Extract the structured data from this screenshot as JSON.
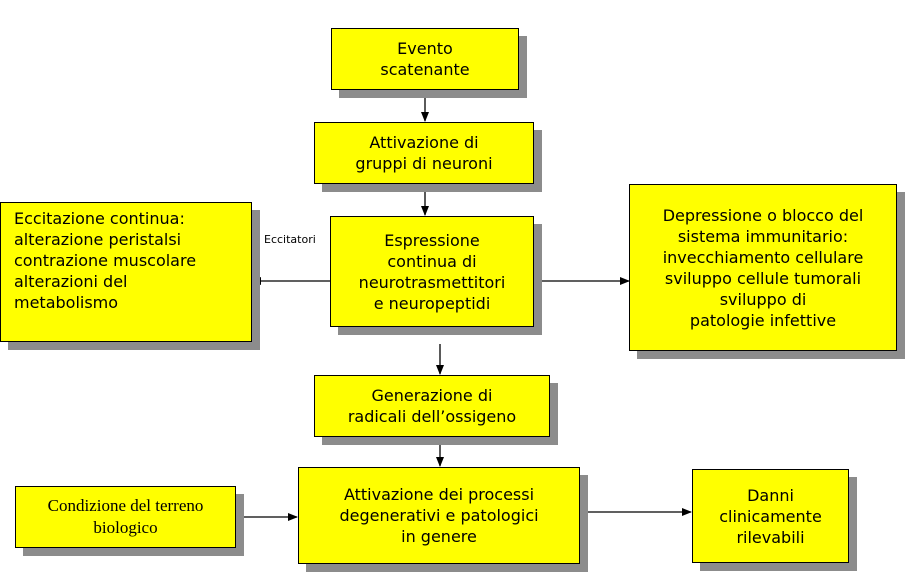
{
  "nodes": {
    "evento": {
      "lines": [
        "Evento",
        "scatenante"
      ]
    },
    "attivazione_neuroni": {
      "lines": [
        "Attivazione di",
        "gruppi di neuroni"
      ]
    },
    "espressione": {
      "lines": [
        "Espressione",
        "continua di",
        "neurotrasmettitori",
        "e neuropeptidi"
      ]
    },
    "eccitazione": {
      "lines": [
        "Eccitazione continua:",
        "alterazione peristalsi",
        "contrazione muscolare",
        "alterazioni  del",
        "metabolismo"
      ]
    },
    "depressione": {
      "lines": [
        "Depressione o blocco del",
        "sistema immunitario:",
        "invecchiamento cellulare",
        "sviluppo cellule tumorali",
        "sviluppo di",
        "patologie infettive"
      ]
    },
    "radicali": {
      "lines": [
        "Generazione di",
        "radicali dell’ossigeno"
      ]
    },
    "processi": {
      "lines": [
        "Attivazione dei processi",
        "degenerativi e patologici",
        "in genere"
      ]
    },
    "condizione": {
      "lines": [
        "Condizione del terreno",
        "biologico"
      ]
    },
    "danni": {
      "lines": [
        "Danni",
        "clinicamente",
        "rilevabili"
      ]
    }
  },
  "edge_labels": {
    "eccitatori": "Eccitatori"
  }
}
